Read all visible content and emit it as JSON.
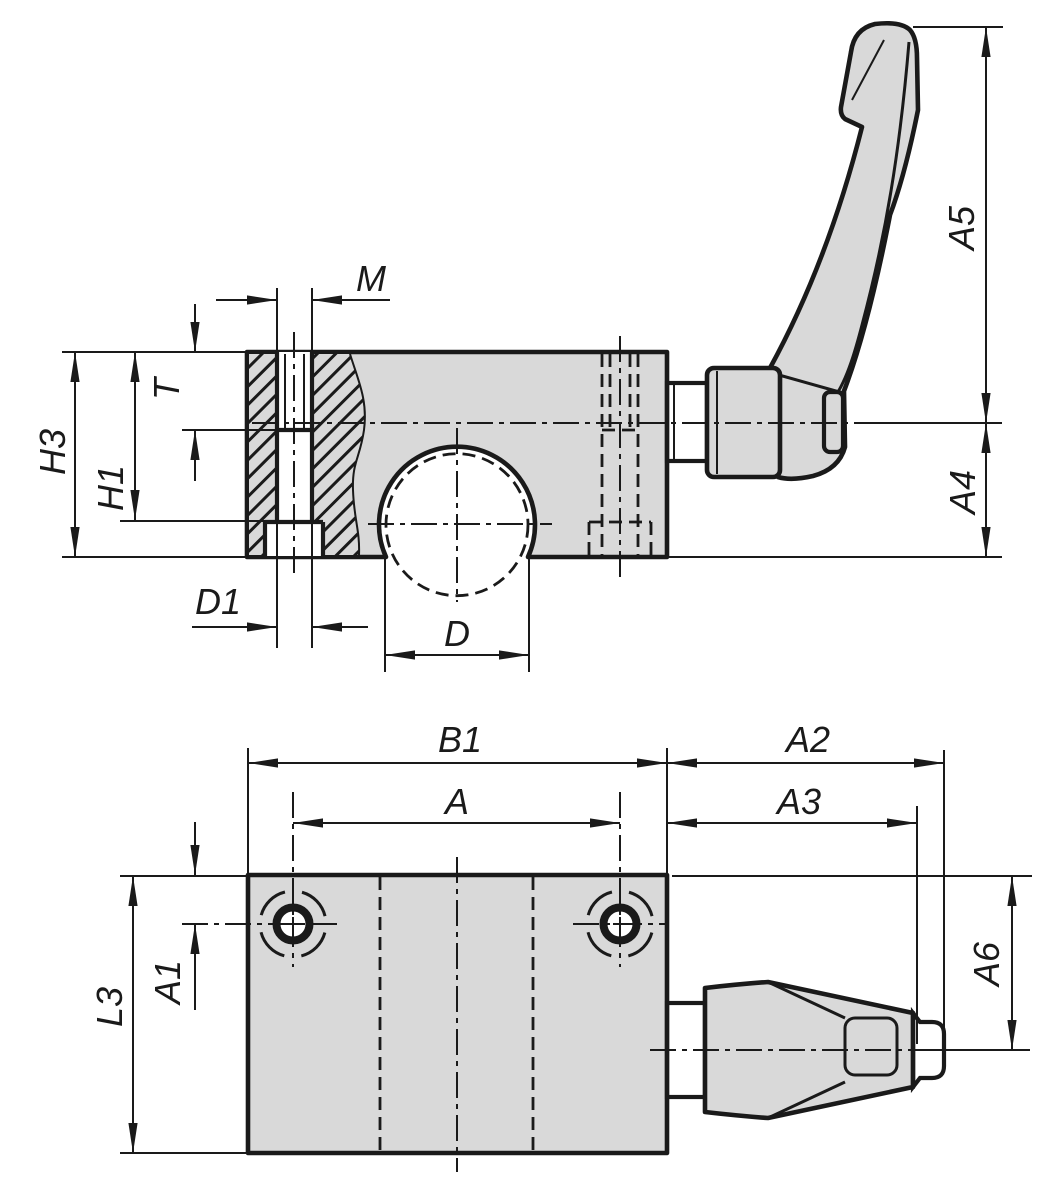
{
  "colors": {
    "part_fill": "#d9d9d9",
    "line": "#1a1a1a",
    "background": "#ffffff"
  },
  "views": {
    "front": {
      "labels": {
        "m": "M",
        "t": "T",
        "h1": "H1",
        "h3": "H3",
        "d1": "D1",
        "d": "D",
        "a5": "A5",
        "a4": "A4"
      }
    },
    "bottom": {
      "labels": {
        "b1": "B1",
        "a": "A",
        "a2": "A2",
        "a3": "A3",
        "a1": "A1",
        "l3": "L3",
        "a6": "A6"
      }
    }
  }
}
